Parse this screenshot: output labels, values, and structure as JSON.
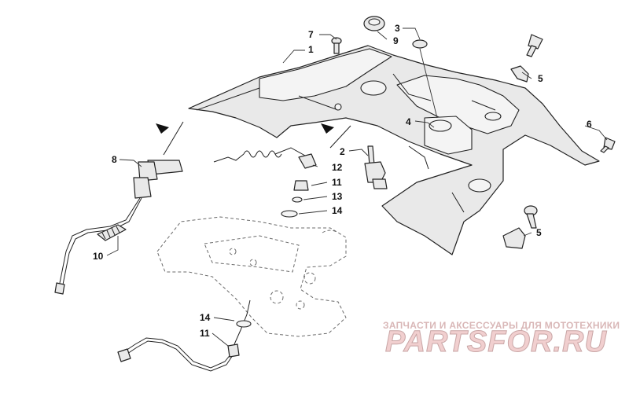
{
  "callouts": {
    "c1": "1",
    "c2": "2",
    "c3": "3",
    "c4": "4",
    "c5a": "5",
    "c5b": "5",
    "c6": "6",
    "c7": "7",
    "c8": "8",
    "c9": "9",
    "c10": "10",
    "c11a": "11",
    "c11b": "11",
    "c12": "12",
    "c13": "13",
    "c14a": "14",
    "c14b": "14"
  },
  "watermark": {
    "tagline": "ЗАПЧАСТИ И АКСЕССУАРЫ ДЛЯ МОТОТЕХНИКИ",
    "brand": "PARTSFOR.RU"
  }
}
